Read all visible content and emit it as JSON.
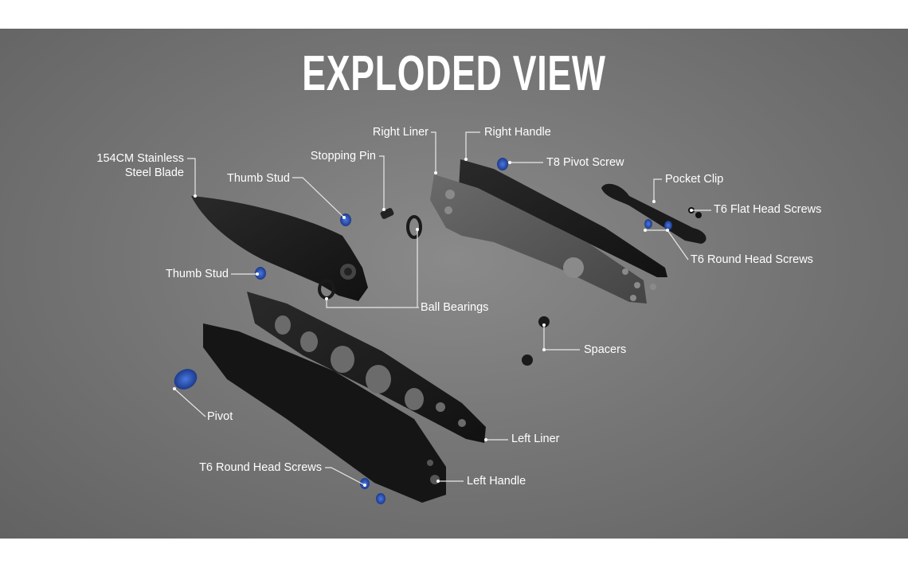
{
  "title": "EXPLODED VIEW",
  "labels": {
    "blade_line1": "154CM Stainless",
    "blade_line2": "Steel Blade",
    "thumb_stud_top": "Thumb Stud",
    "thumb_stud_left": "Thumb Stud",
    "stopping_pin": "Stopping Pin",
    "right_liner": "Right Liner",
    "right_handle": "Right Handle",
    "t8_pivot_screw": "T8 Pivot Screw",
    "pocket_clip": "Pocket Clip",
    "t6_flat_head_screws": "T6 Flat Head Screws",
    "t6_round_head_screws_right": "T6 Round Head Screws",
    "ball_bearings": "Ball Bearings",
    "spacers": "Spacers",
    "pivot": "Pivot",
    "left_liner": "Left Liner",
    "t6_round_head_screws_left": "T6 Round Head Screws",
    "left_handle": "Left Handle"
  },
  "colors": {
    "background": "#747474",
    "parts": "#1c1c1c",
    "liner": "#5a5a5a",
    "screw": "#2a4fb0",
    "text": "#ffffff"
  }
}
